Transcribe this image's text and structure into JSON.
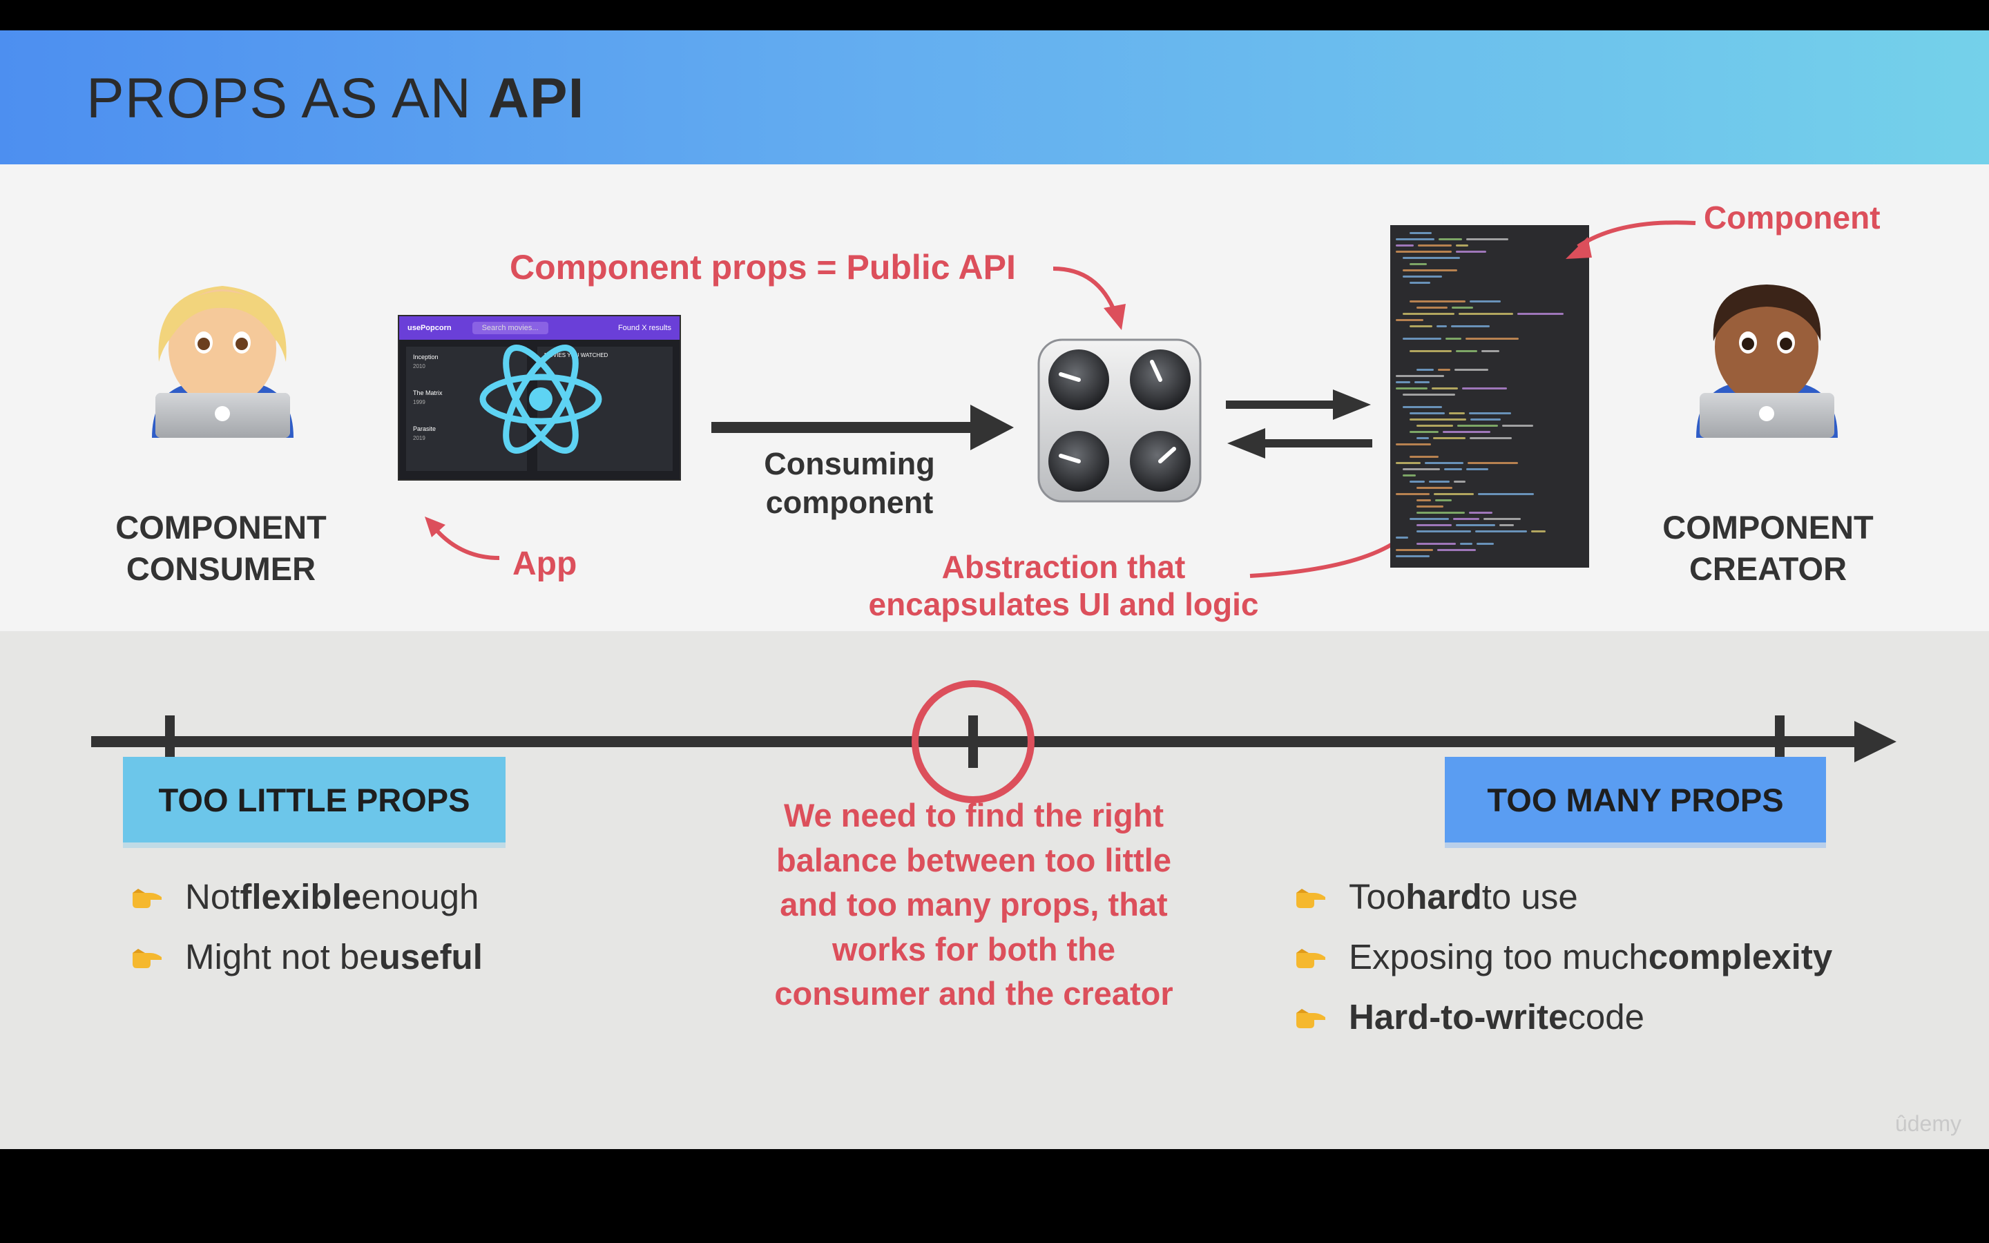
{
  "slide": {
    "title_prefix": "PROPS AS AN ",
    "title_bold": "API",
    "consumer_label": [
      "COMPONENT",
      "CONSUMER"
    ],
    "creator_label": [
      "COMPONENT",
      "CREATOR"
    ],
    "public_api_label": "Component props = Public API",
    "app_label": "App",
    "component_label": "Component",
    "consuming_label": [
      "Consuming",
      "component"
    ],
    "abstraction_label": [
      "Abstraction that",
      "encapsulates UI and logic"
    ],
    "app_screenshot": {
      "brand": "usePopcorn",
      "search_placeholder": "Search movies...",
      "found": "Found X results",
      "movies": [
        "Inception",
        "The Matrix",
        "Parasite"
      ],
      "years": [
        "2010",
        "1999",
        "2019"
      ],
      "watched_heading": "MOVIES YOU WATCHED"
    },
    "too_little": {
      "label": "TOO LITTLE PROPS",
      "color": "#6cc6ea",
      "bullets": [
        {
          "pre": "Not ",
          "bold": "flexible",
          "post": " enough"
        },
        {
          "pre": "Might not be ",
          "bold": "useful",
          "post": ""
        }
      ]
    },
    "too_many": {
      "label": "TOO MANY PROPS",
      "color": "#5a9df2",
      "bullets": [
        {
          "pre": "Too ",
          "bold": "hard",
          "post": " to use"
        },
        {
          "pre": "Exposing too much ",
          "bold": "complexity",
          "post": ""
        },
        {
          "pre": "",
          "bold": "Hard-to-write",
          "post": " code"
        }
      ]
    },
    "balance_text": [
      "We need to find the right",
      "balance between too little",
      "and too many props, that",
      "works for both the",
      "consumer and the creator"
    ],
    "watermark": "ûdemy",
    "accent_color": "#dc4f5b"
  }
}
